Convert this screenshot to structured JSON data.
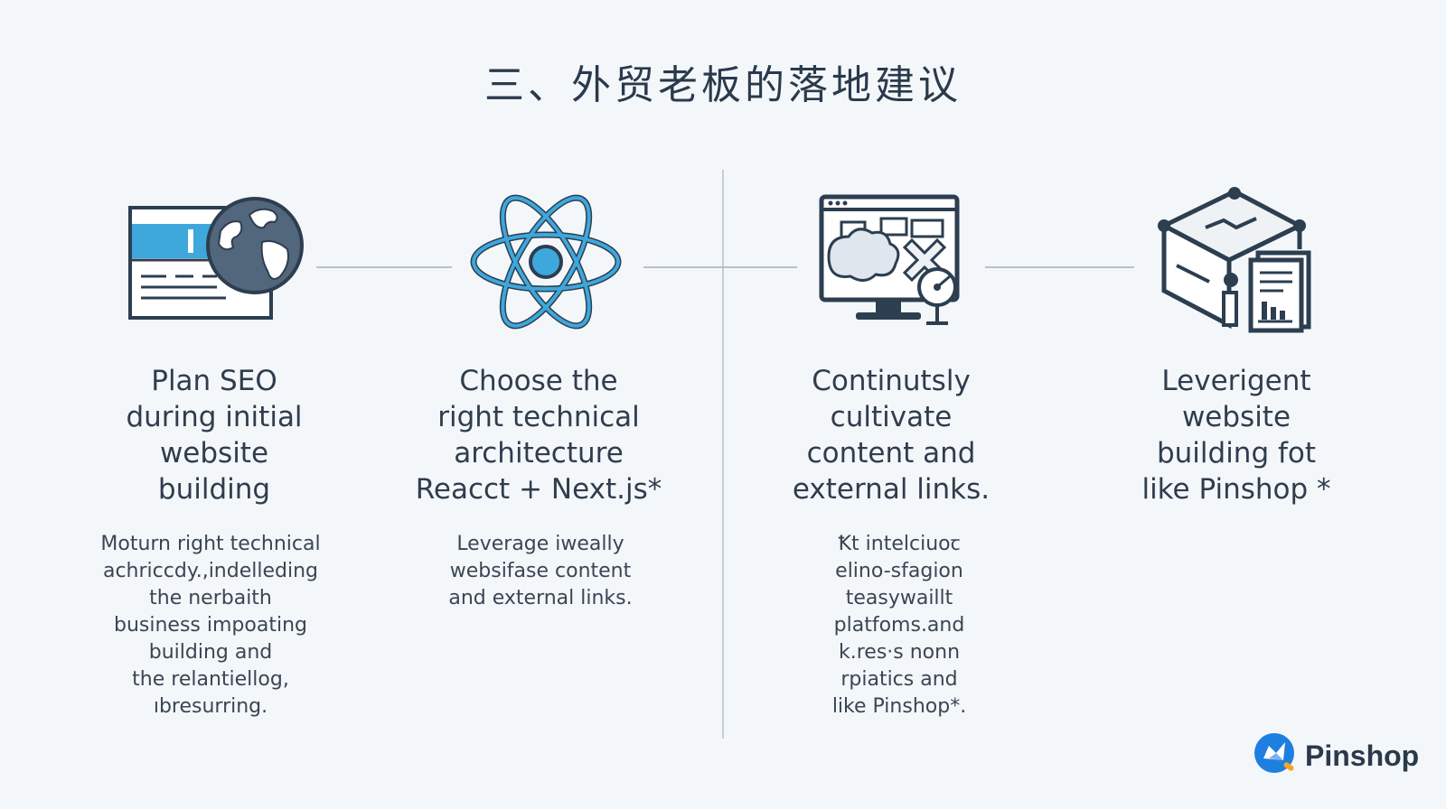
{
  "title": "三、外贸老板的落地建议",
  "steps": [
    {
      "icon": "globe-website-icon",
      "title_lines": [
        "Plan SEO",
        "during initial",
        "website",
        "building"
      ],
      "desc_lines": [
        "Moturn right technical",
        "achriccdy.,indelleding",
        "the nerbaith",
        "business impoating",
        "building and",
        "the relantiellog,",
        "ıbresurring."
      ]
    },
    {
      "icon": "react-atom-icon",
      "title_lines": [
        "Choose the",
        "right technical",
        "architecture",
        "Reacct + Next.js*"
      ],
      "desc_lines": [
        "Leverage iweally",
        "websifase content",
        "and external links."
      ]
    },
    {
      "icon": "monitor-content-icon",
      "title_lines": [
        "Continutsly",
        "cultivate",
        "content and",
        "external links."
      ],
      "desc_lines": [
        "Ꝁt intelciuoꞇ",
        "elino-sfagion",
        "teasywaillt",
        "platfoms.and",
        "k.res·s nonn",
        "rpiatics and",
        "like Pinshop*."
      ]
    },
    {
      "icon": "box-document-icon",
      "title_lines": [
        "Leverigent",
        "website",
        "building fot",
        "like Pinshop *"
      ],
      "desc_lines": []
    }
  ],
  "brand": {
    "name": "Pinshop",
    "icon": "pinshop-logo-icon"
  },
  "colors": {
    "accent": "#3ea7dc",
    "dark": "#2c3e50",
    "brand_blue": "#1f7fe0",
    "brand_orange": "#f5a623"
  }
}
